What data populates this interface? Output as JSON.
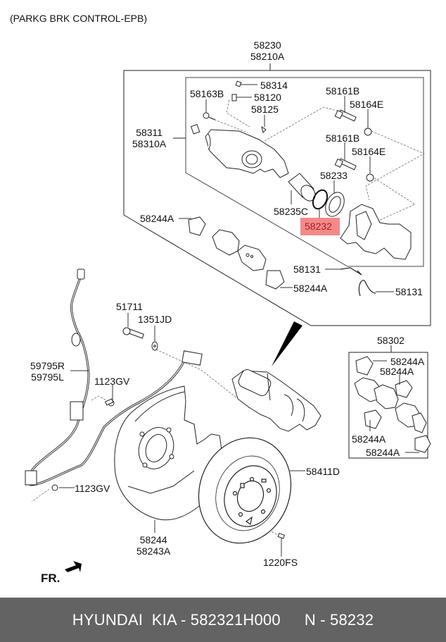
{
  "diagram": {
    "title": "(PARKG BRK CONTROL-EPB)",
    "direction_indicator": "FR.",
    "highlighted_part": "58232",
    "highlight_color": "#f27d7d",
    "assembly": {
      "labels": {
        "line1": "58230",
        "line2": "58210A"
      }
    },
    "caliper_housing": {
      "line1": "58311",
      "line2": "58310A"
    },
    "callouts": {
      "c58314": "58314",
      "c58163B": "58163B",
      "c58120": "58120",
      "c58125": "58125",
      "c58161B_1": "58161B",
      "c58164E_1": "58164E",
      "c58161B_2": "58161B",
      "c58164E_2": "58164E",
      "c58233": "58233",
      "c58235C": "58235C",
      "c58232": "58232",
      "c58244A_left": "58244A",
      "c58244A_lower": "58244A",
      "c58131_1": "58131",
      "c58131_2": "58131",
      "c51711": "51711",
      "c1351JD": "1351JD",
      "c1123GV_1": "1123GV",
      "c1123GV_2": "1123GV",
      "c58411D": "58411D",
      "c1220FS": "1220FS"
    },
    "sensor": {
      "line1": "59795R",
      "line2": "59795L"
    },
    "dust_shield": {
      "line1": "58244",
      "line2": "58243A"
    },
    "pad_kit": {
      "label": "58302",
      "items": [
        "58244A",
        "58244A",
        "58244A",
        "58244A"
      ]
    }
  },
  "footer": {
    "brand": "HYUNDAI  KIA - 582321H000",
    "part_ref": "N - 58232"
  }
}
